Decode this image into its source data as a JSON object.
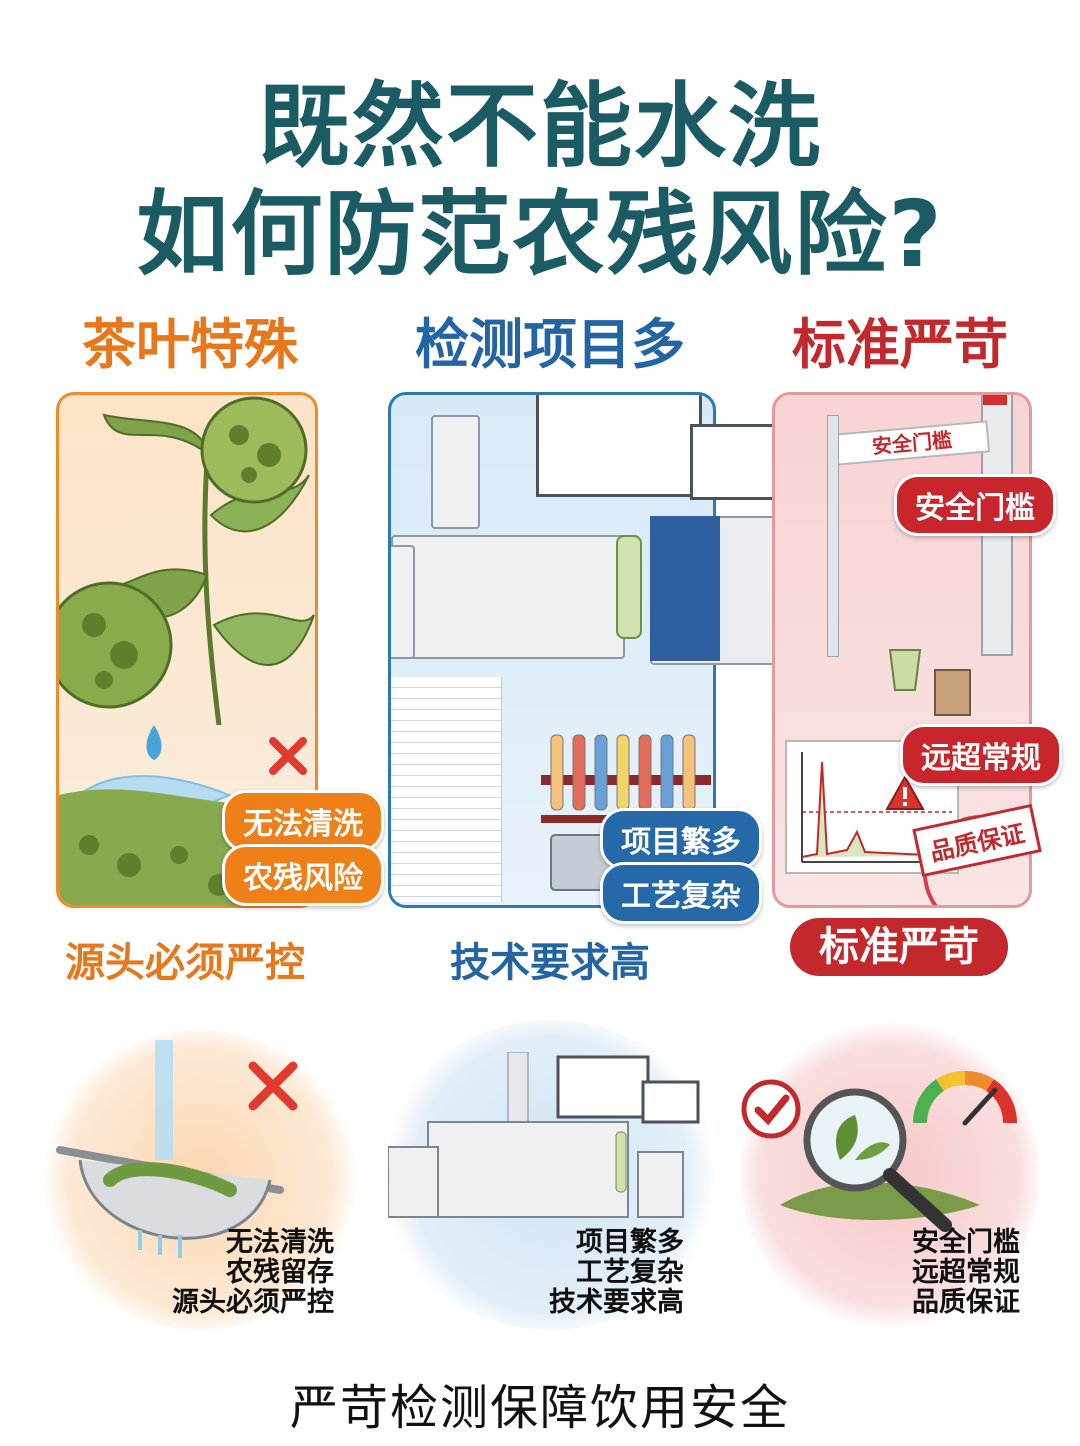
{
  "title": {
    "line1": "既然不能水洗",
    "line2": "如何防范农残风险?"
  },
  "columns": [
    {
      "heading": "茶叶特殊",
      "color": "#e8761b",
      "badges": [
        "无法清洗",
        "农残风险"
      ],
      "caption": "源头必须严控"
    },
    {
      "heading": "检测项目多",
      "color": "#2364a3",
      "badges": [
        "项目繁多",
        "工艺复杂"
      ],
      "caption": "技术要求高"
    },
    {
      "heading": "标准严苛",
      "color": "#c3282d",
      "badges": [
        "安全门槛",
        "远超常规"
      ],
      "gate_sign": "安全门槛",
      "stamp": "品质保证",
      "caption": "标准严苛"
    }
  ],
  "bottom": [
    {
      "lines": [
        "无法清洗",
        "农残留存",
        "源头必须严控"
      ]
    },
    {
      "lines": [
        "项目繁多",
        "工艺复杂",
        "技术要求高"
      ]
    },
    {
      "lines": [
        "安全门槛",
        "远超常规",
        "品质保证"
      ]
    }
  ],
  "footer": "严苛检测保障饮用安全",
  "icons": {
    "cross": "x-mark-icon",
    "check": "checkmark-icon",
    "warning": "warning-icon",
    "gauge": "gauge-icon",
    "magnifier": "magnifier-icon"
  },
  "colors": {
    "title": "#1b5b63",
    "orange": "#ef7f17",
    "blue": "#2669a8",
    "red": "#c8262c"
  }
}
